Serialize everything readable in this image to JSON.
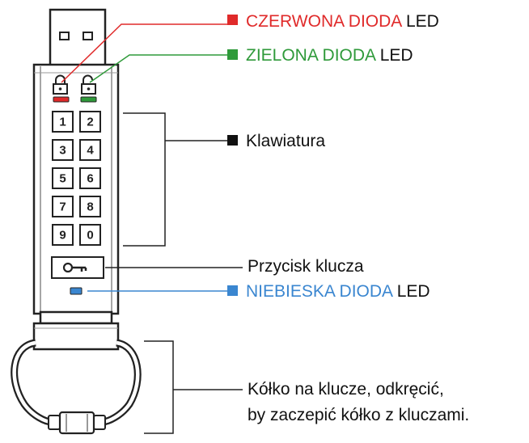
{
  "colors": {
    "red": "#e02a2a",
    "green": "#2f9a3a",
    "blue": "#3a86d0",
    "ink": "#222222",
    "black": "#111111"
  },
  "labels": {
    "red_led": {
      "colored": "CZERWONA DIODA",
      "suffix": " LED"
    },
    "green_led": {
      "colored": "ZIELONA DIODA",
      "suffix": " LED"
    },
    "keypad": "Klawiatura",
    "key_button": "Przycisk klucza",
    "blue_led": {
      "colored": "NIEBIESKA DIODA",
      "suffix": " LED"
    },
    "key_ring_line1": "Kółko na klucze, odkręcić,",
    "key_ring_line2": "by zaczepić kółko z kluczami."
  },
  "keypad": {
    "rows": [
      [
        "1",
        "2"
      ],
      [
        "3",
        "4"
      ],
      [
        "5",
        "6"
      ],
      [
        "7",
        "8"
      ],
      [
        "9",
        "0"
      ]
    ]
  },
  "icons": {
    "lock_icon": "lock-icon",
    "key_icon": "key-icon"
  }
}
